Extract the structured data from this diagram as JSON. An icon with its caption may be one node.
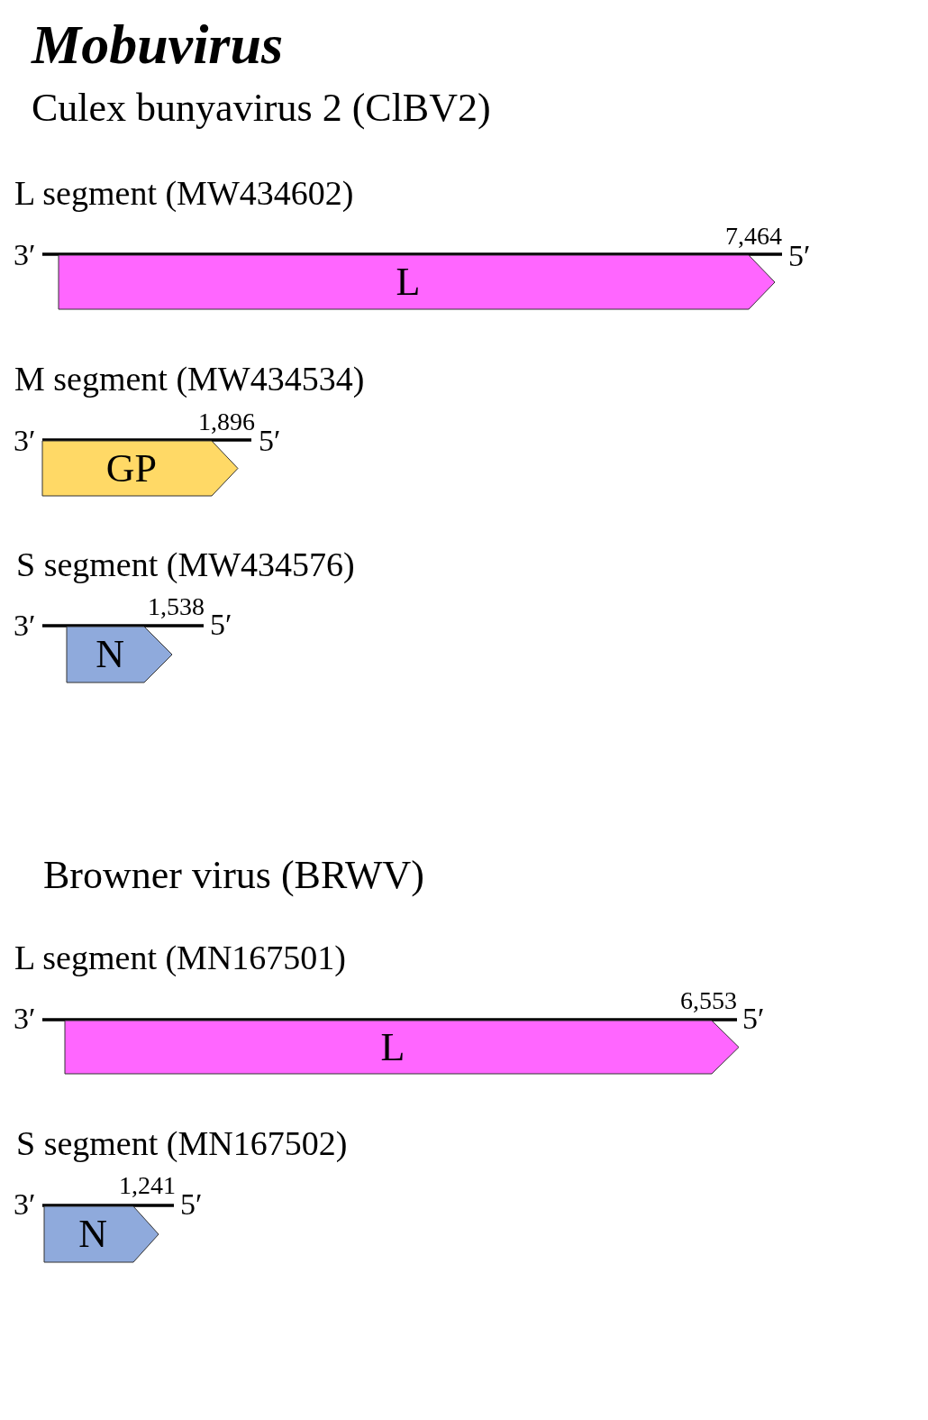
{
  "diagram": {
    "title": "Mobuvirus",
    "nodes": [
      {
        "text": [
          "L"
        ]
      },
      {
        "text": [
          "GP"
        ]
      },
      {
        "text": [
          "N"
        ]
      },
      {
        "text": [
          "L"
        ]
      },
      {
        "text": [
          "N"
        ]
      }
    ],
    "labels": [
      "Culex bunyavirus 2 (ClBV2)",
      "L segment (MW434602)",
      "3′",
      "7,464",
      "5′",
      "M segment (MW434534)",
      "3′",
      "1,896",
      "5′",
      "S segment (MW434576)",
      "3′",
      "1,538",
      "5′",
      "Browner virus (BRWV)",
      "L segment (MN167501)",
      "3′",
      "6,553",
      "5′",
      "S segment (MN167502)",
      "3′",
      "1,241",
      "5′"
    ]
  }
}
